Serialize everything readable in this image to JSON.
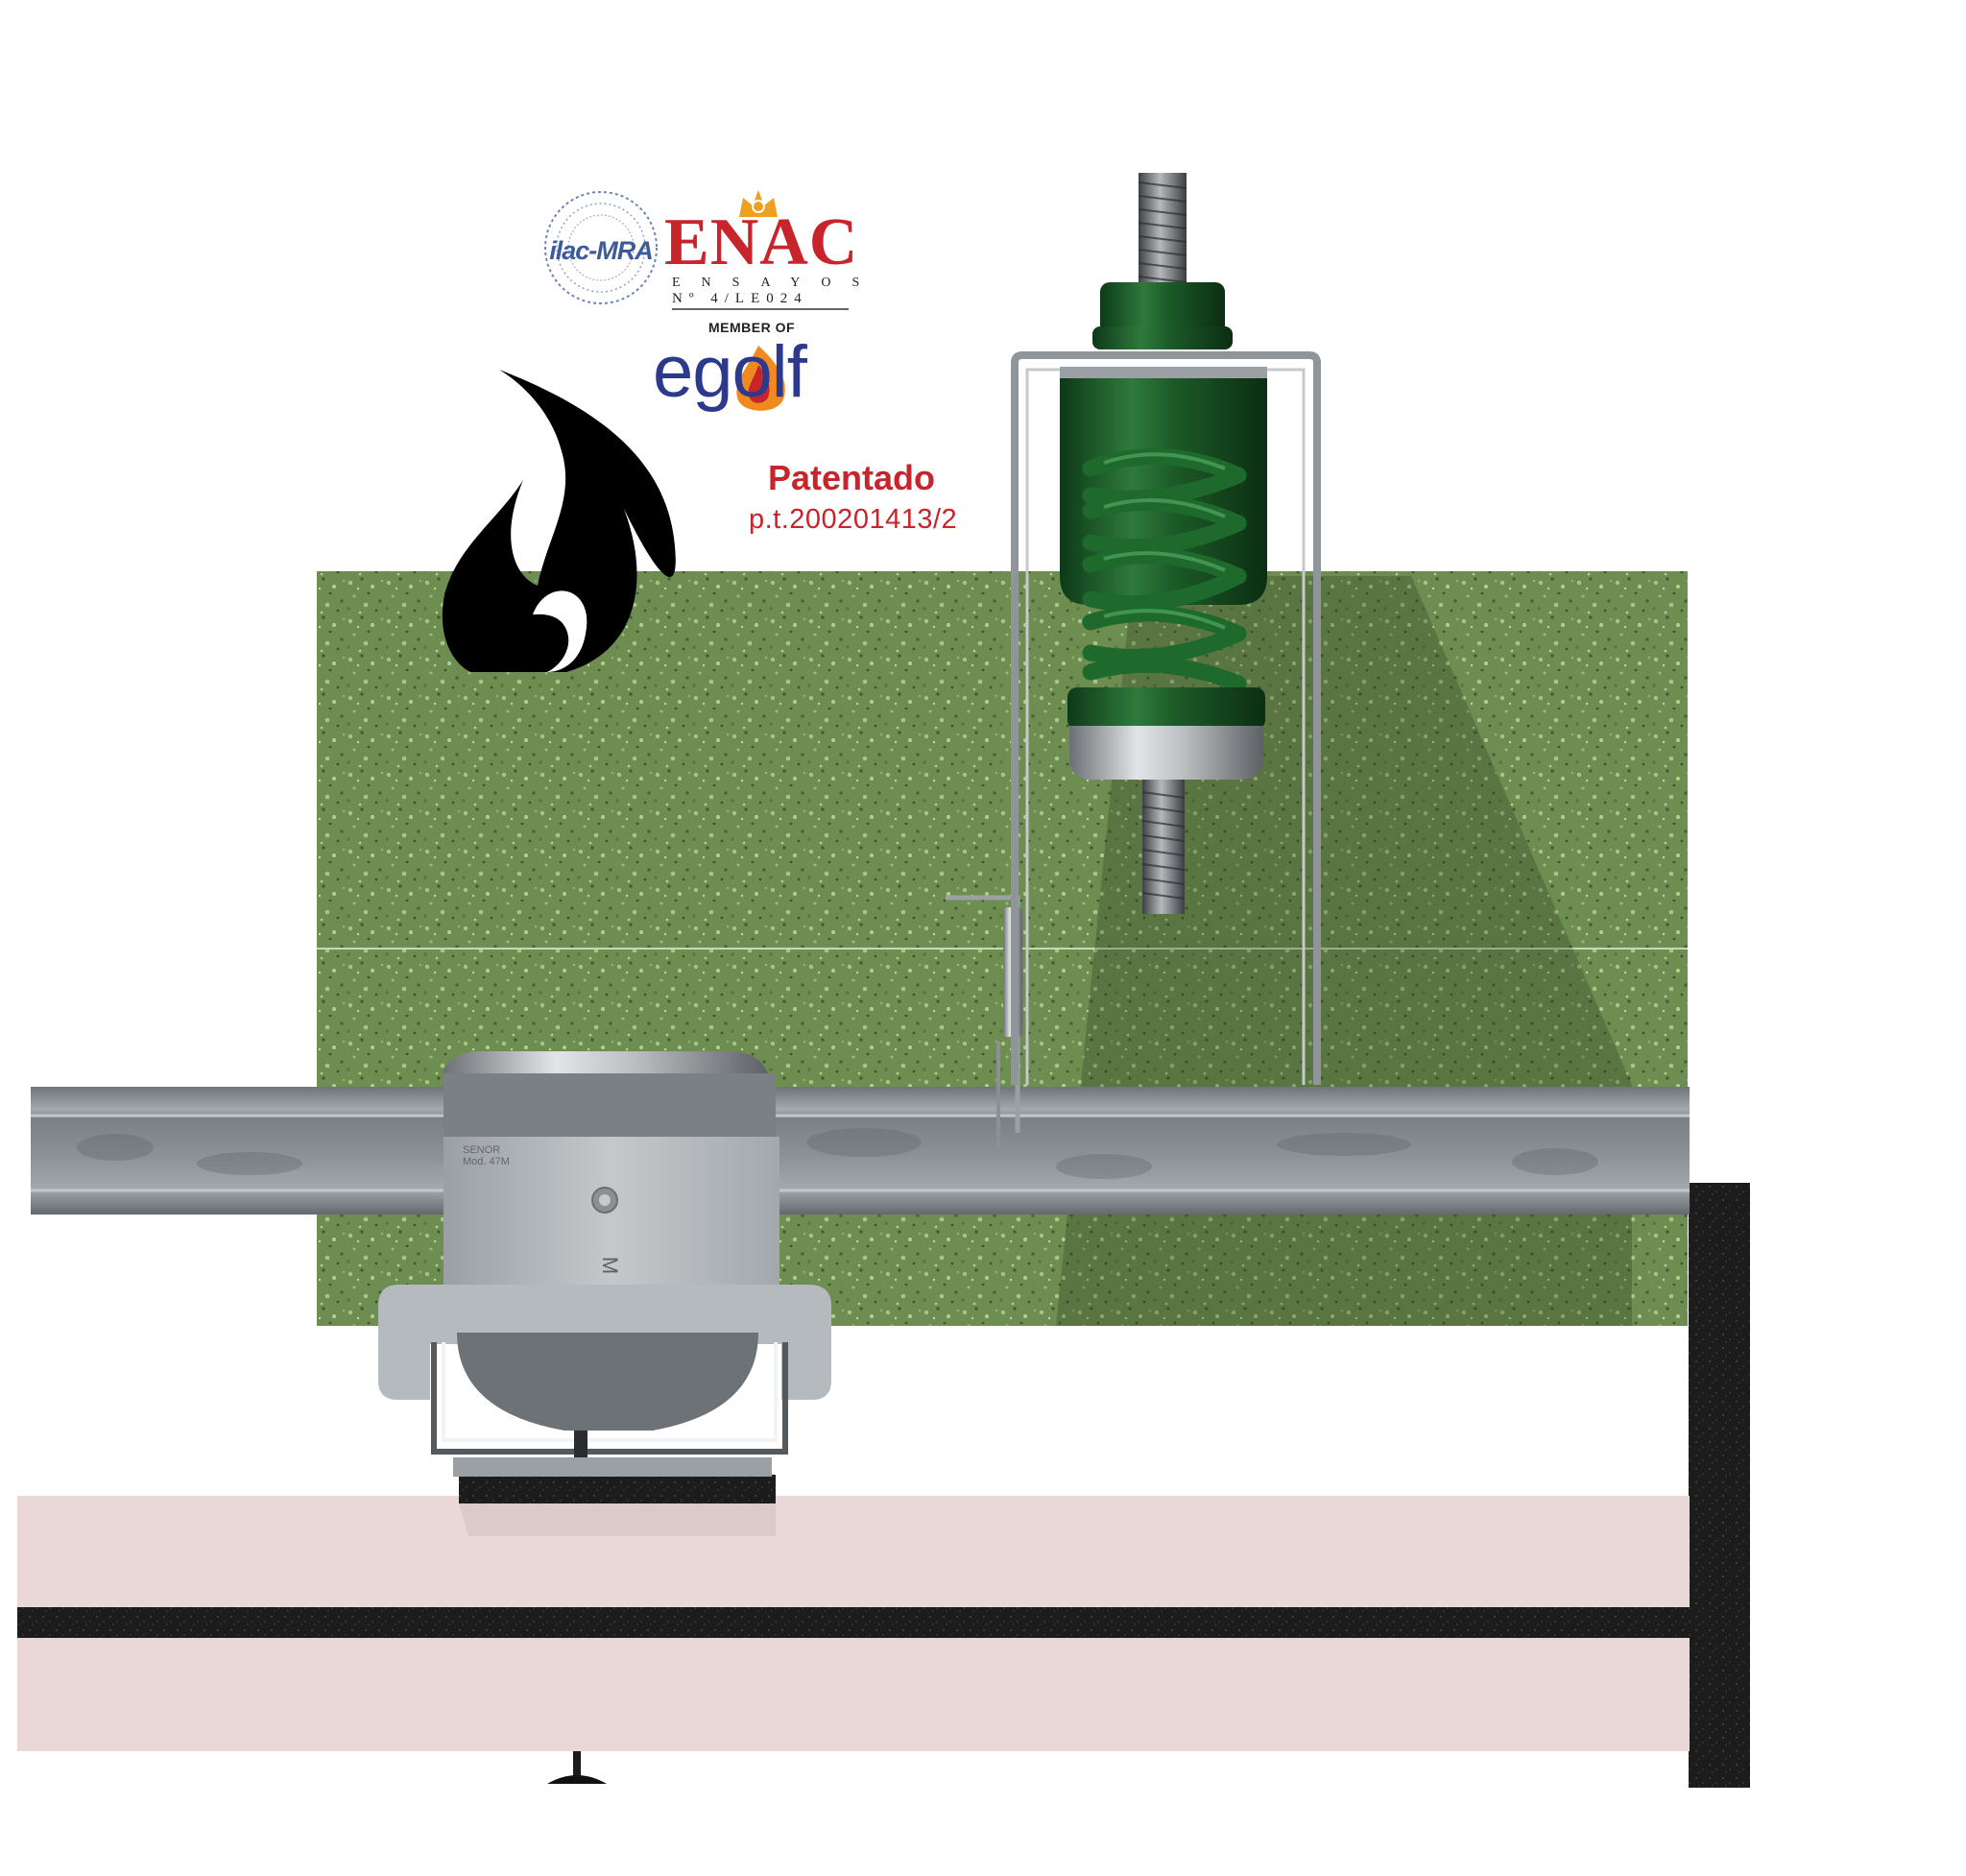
{
  "certifications": {
    "ilac_logo_text": "ilac-MRA",
    "enac_logo_text": "ENAC",
    "enac_subtitle": "ENSAYOS",
    "enac_number": "Nº 4/LE024",
    "member_label": "MEMBER OF",
    "egolf_logo_text": "egolf"
  },
  "patent": {
    "label": "Patentado",
    "number": "p.t.200201413/2"
  },
  "clip": {
    "stamp_line1": "SENOR",
    "stamp_line2": "Mod. 47M"
  },
  "colors": {
    "accent_red": "#c8242b",
    "wool_green": "#6b8a4e",
    "spring_green": "#1f5a2a",
    "steel_gray": "#8a9096",
    "board_pink": "#ead8d8",
    "rubber_black": "#1a1a1a"
  },
  "icons": {
    "fire": "fire-icon",
    "hanger": "spring-hanger",
    "clip": "ceiling-clip"
  }
}
